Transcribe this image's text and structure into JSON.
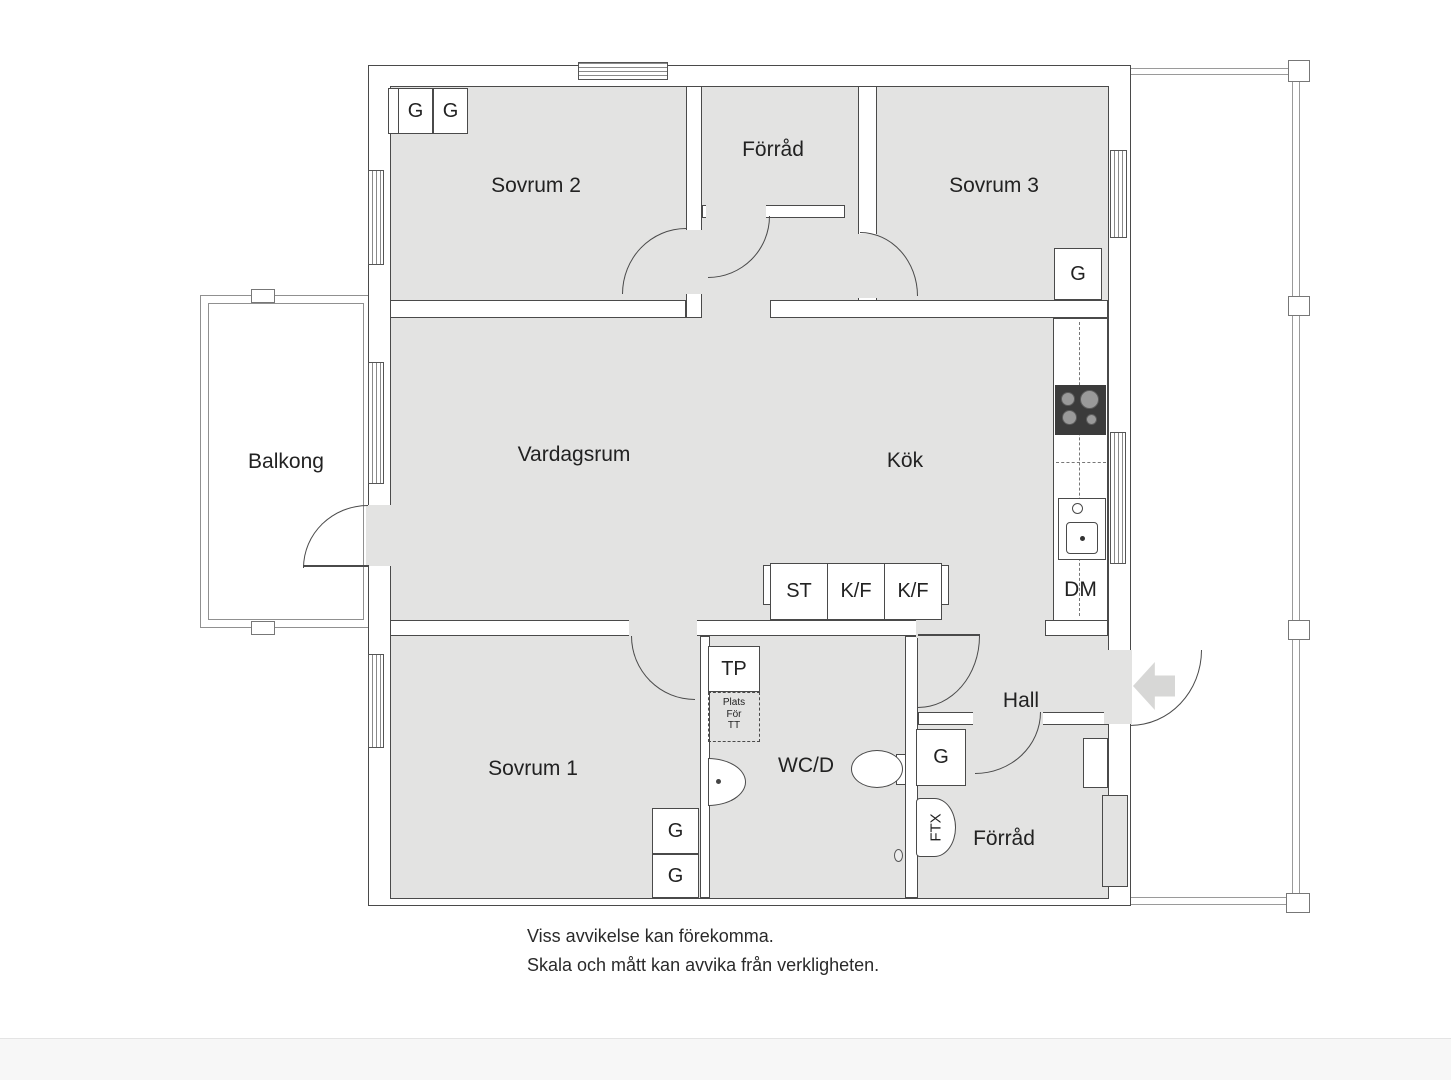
{
  "plan": {
    "rooms": {
      "sovrum2": "Sovrum 2",
      "forrad_top": "Förråd",
      "sovrum3": "Sovrum 3",
      "balkong": "Balkong",
      "vardagsrum": "Vardagsrum",
      "kok": "Kök",
      "sovrum1": "Sovrum 1",
      "wcd": "WC/D",
      "hall": "Hall",
      "forrad_bottom": "Förråd"
    },
    "fixtures": {
      "wardrobe": "G",
      "cleaning_closet": "ST",
      "fridge_freezer": "K/F",
      "dishwasher": "DM",
      "laundry_tower": "TP",
      "dryer_space": [
        "Plats",
        "För",
        "TT"
      ],
      "ventilation_unit": "FTX"
    },
    "colors": {
      "floor": "#e3e3e2",
      "wall_line": "#4a4a4a",
      "thin_line": "#9a9a9a",
      "stove": "#3b3b3b"
    }
  },
  "footer": {
    "line1": "Viss avvikelse kan förekomma.",
    "line2": "Skala och mått kan avvika från verkligheten."
  }
}
